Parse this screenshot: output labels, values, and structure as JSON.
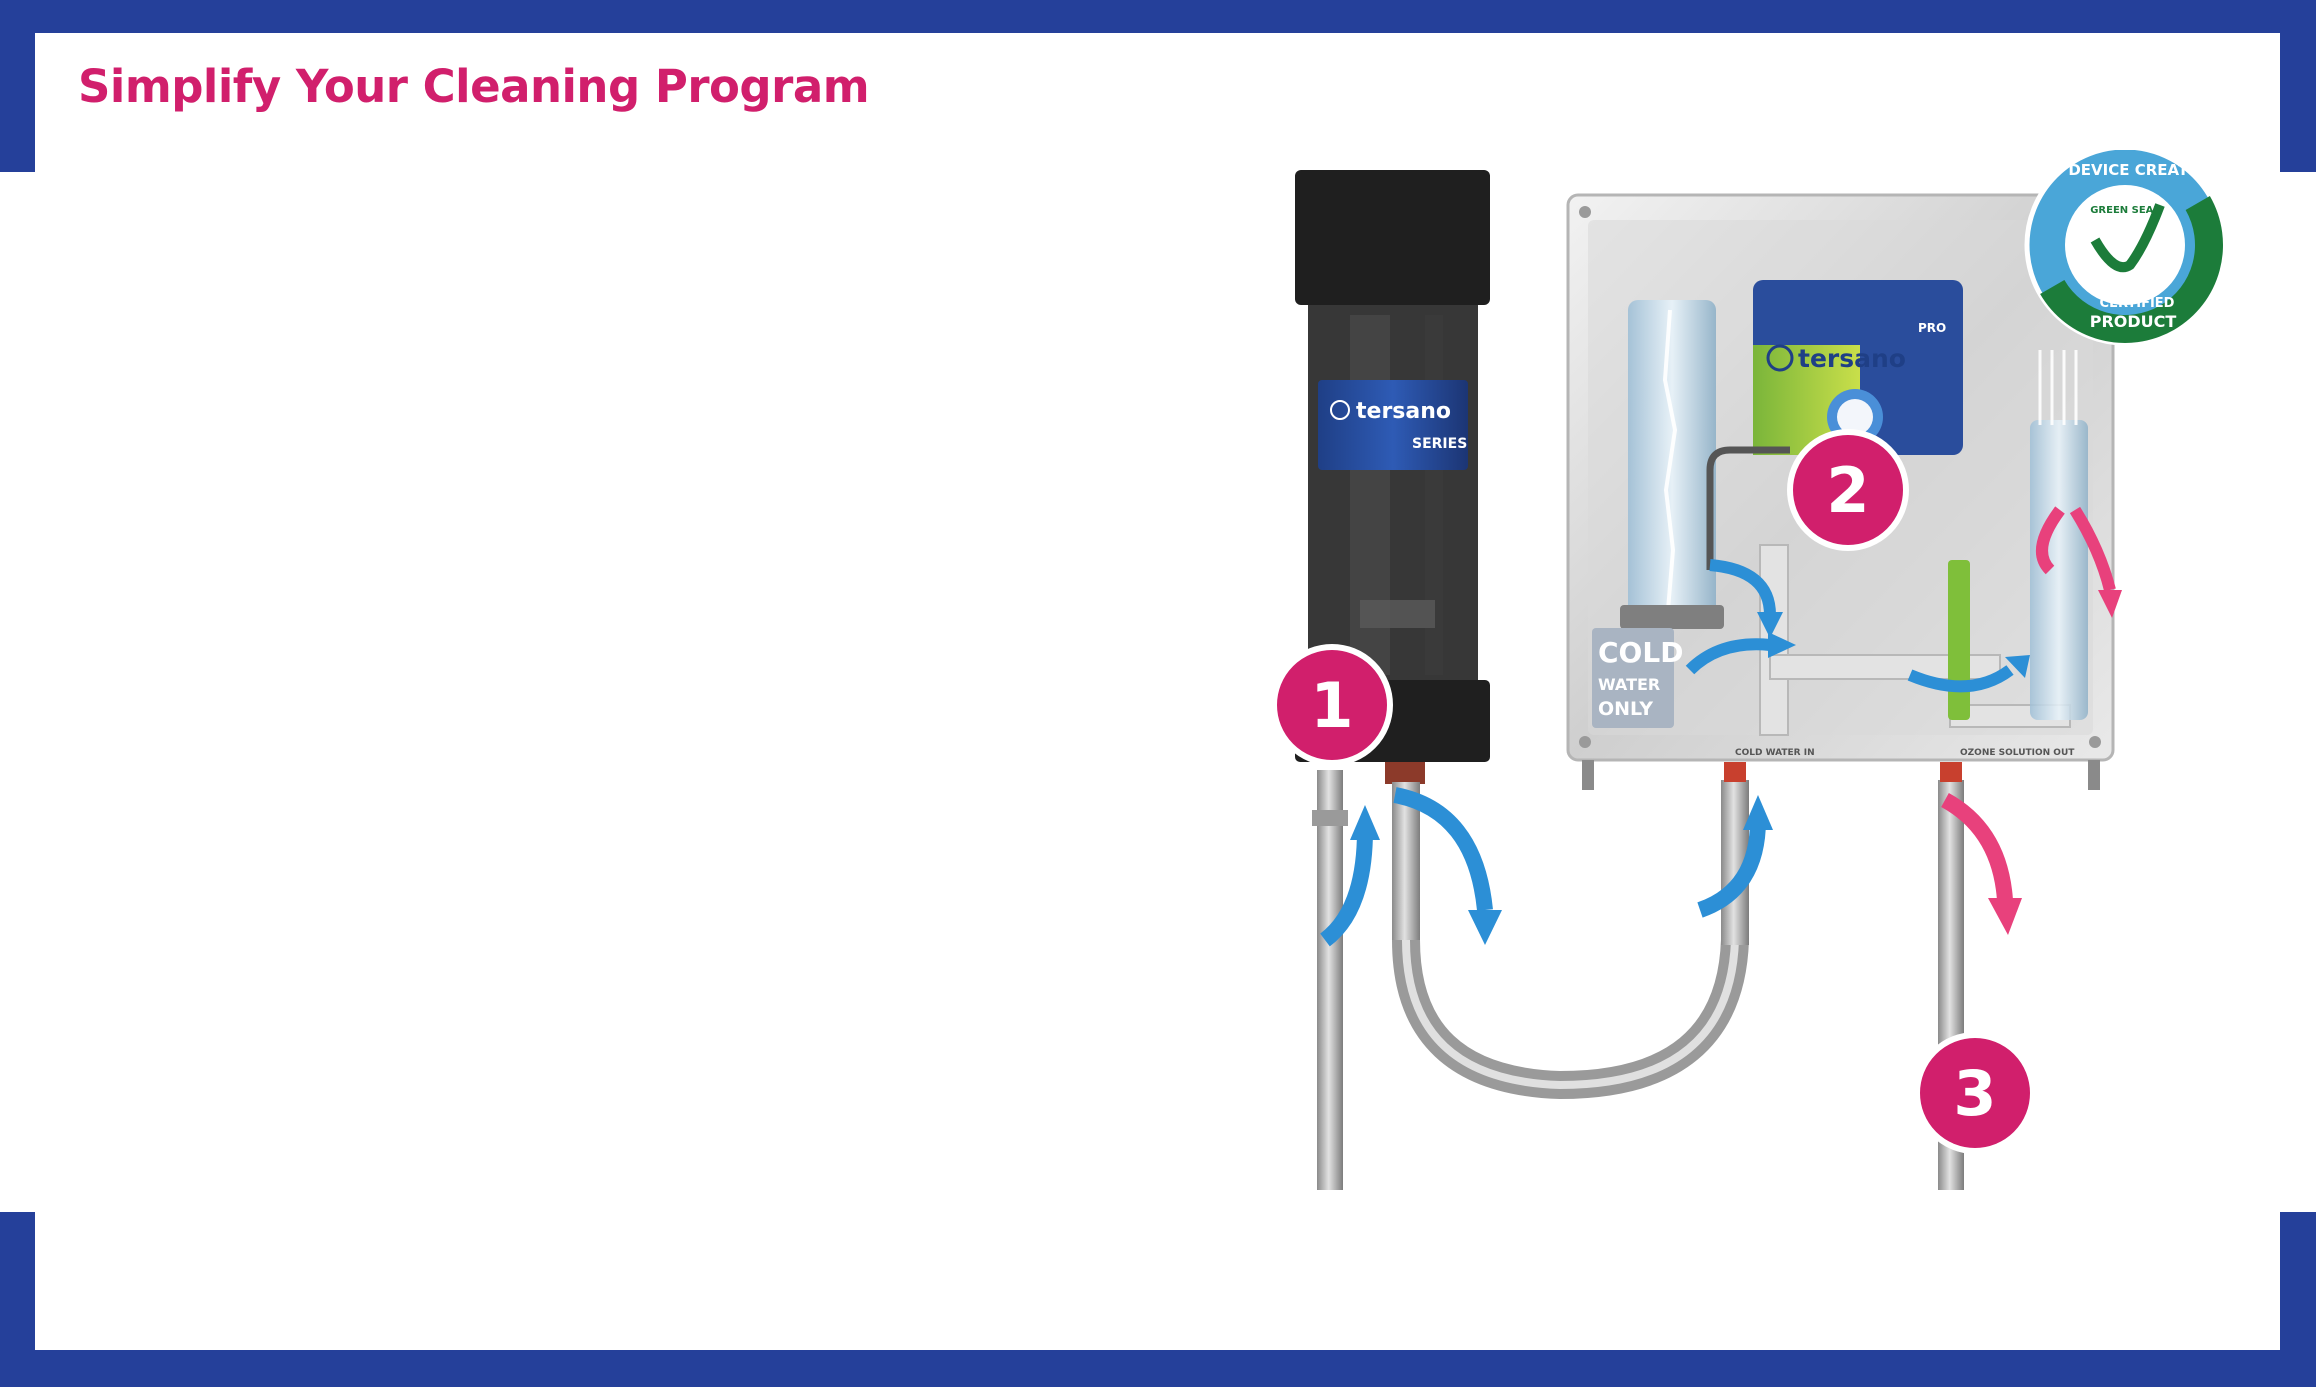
{
  "header": {
    "title": "Simplify Your Cleaning Program"
  },
  "colors": {
    "frame": "#25409a",
    "accent": "#d11f6c",
    "flow_blue": "#2c8fd6",
    "flow_pink": "#e8417c",
    "seal_green": "#1c7c3a"
  },
  "device": {
    "brand": "tersano",
    "series_label": "SERIES",
    "pro_label": "PRO",
    "cold_water_label": [
      "COLD",
      "WATER",
      "ONLY"
    ],
    "port_in_label": "COLD WATER IN",
    "port_out_label": "OZONE SOLUTION OUT"
  },
  "steps": [
    {
      "number": "1"
    },
    {
      "number": "2"
    },
    {
      "number": "3"
    }
  ],
  "seal": {
    "top_text": "THIS DEVICE CREATES A",
    "ring_text": "GREEN SEAL",
    "certified": "CERTIFIED",
    "product": "PRODUCT",
    "icon": "check-mark-icon"
  }
}
